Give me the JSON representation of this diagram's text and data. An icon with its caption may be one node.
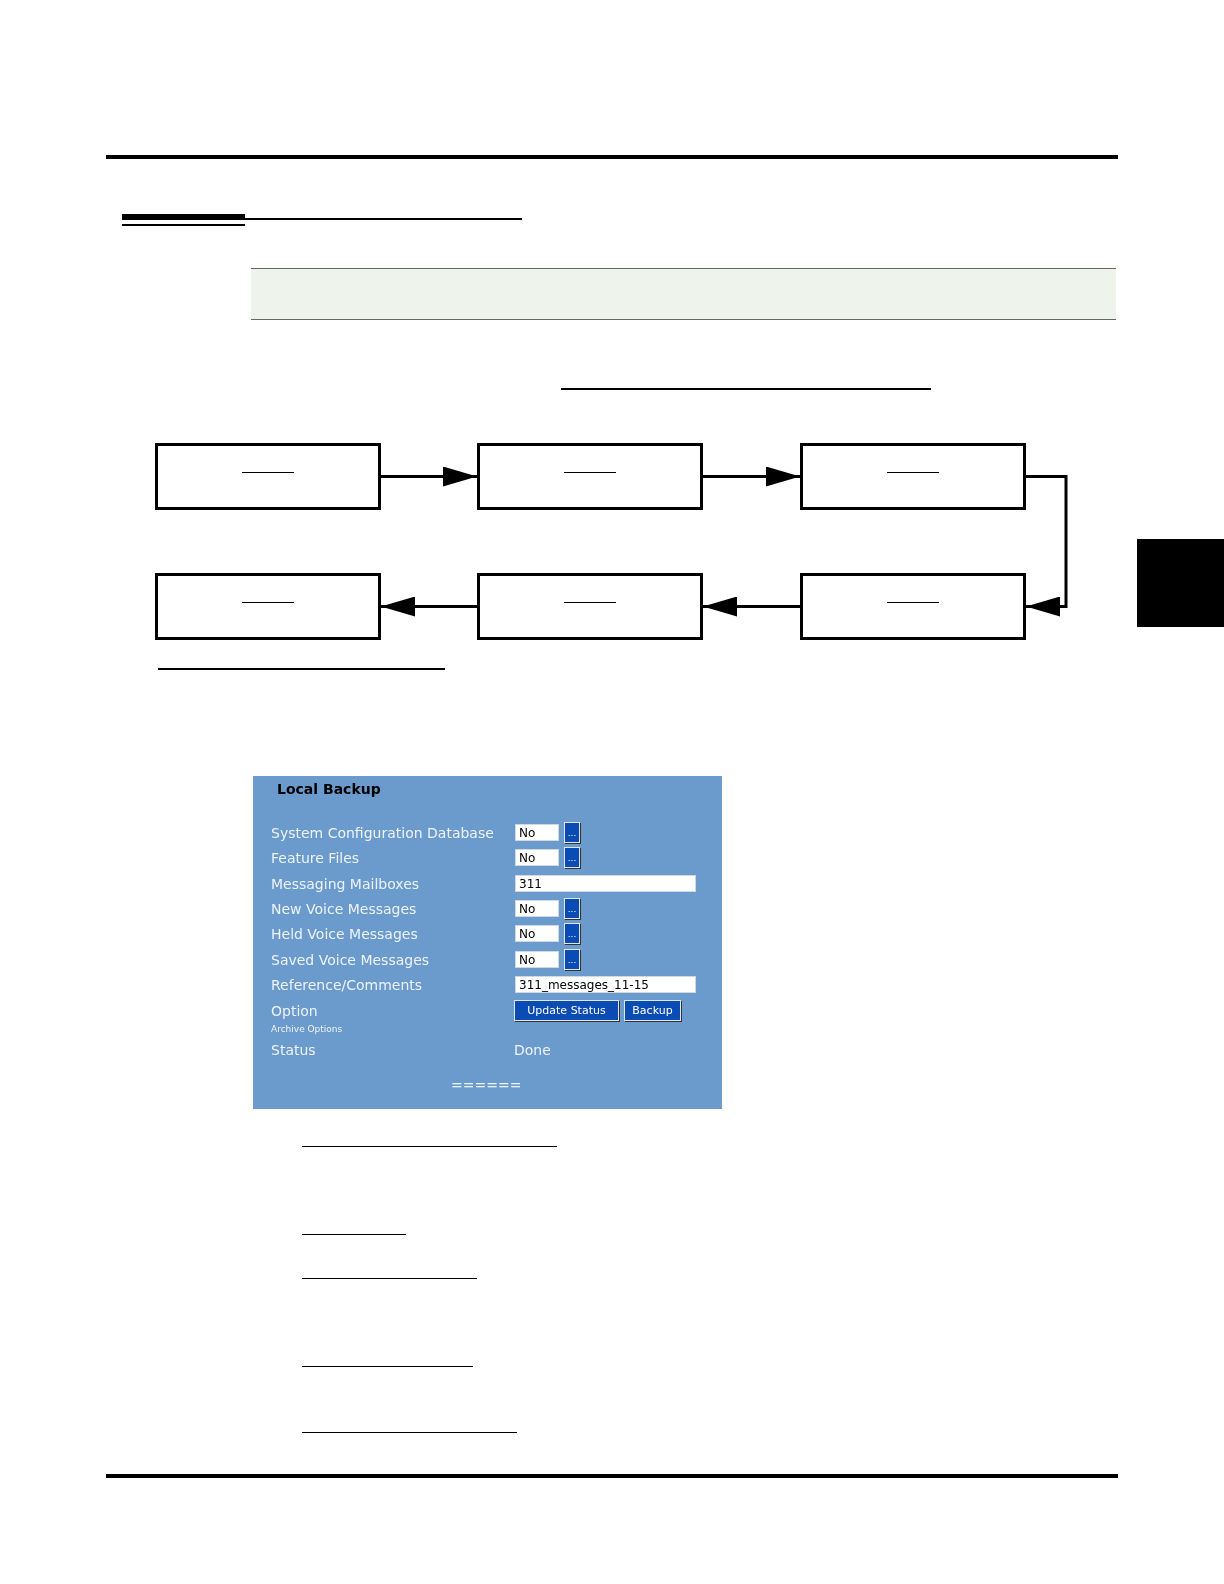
{
  "diagram": {
    "nodes": [
      {
        "text": [],
        "shape": "bar"
      },
      {
        "text": [],
        "shape": "box"
      },
      {
        "text": [],
        "shape": "box"
      },
      {
        "text": [],
        "shape": "box"
      },
      {
        "text": [],
        "shape": "box"
      },
      {
        "text": [],
        "shape": "box"
      },
      {
        "text": [],
        "shape": "box"
      }
    ],
    "edges": [
      {
        "from": 1,
        "to": 2,
        "arrow": "to"
      },
      {
        "from": 2,
        "to": 3,
        "arrow": "to"
      },
      {
        "from": 3,
        "to": 6,
        "arrow": "to"
      },
      {
        "from": 6,
        "to": 5,
        "arrow": "to"
      },
      {
        "from": 5,
        "to": 4,
        "arrow": "to"
      }
    ],
    "labels": [
      "Local Backup",
      "System Configuration Database",
      "No",
      "...",
      "Feature Files",
      "No",
      "...",
      "Messaging Mailboxes",
      "311",
      "New Voice Messages",
      "No",
      "...",
      "Held Voice Messages",
      "No",
      "...",
      "Saved Voice Messages",
      "No",
      "...",
      "Reference/Comments",
      "311_messages_11-15",
      "Option",
      "Update Status",
      "Backup",
      "Archive Options",
      "Status",
      "Done",
      "======"
    ]
  }
}
